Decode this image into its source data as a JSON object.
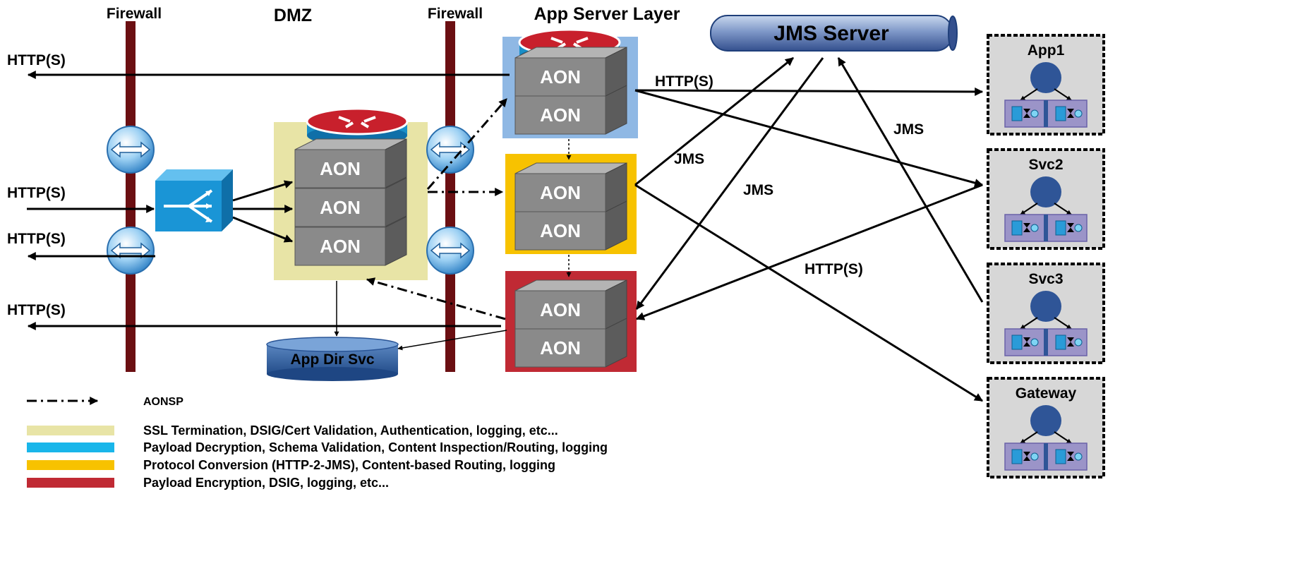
{
  "headers": {
    "firewall_left": "Firewall",
    "dmz": "DMZ",
    "firewall_right": "Firewall",
    "app_server_layer": "App Server Layer"
  },
  "jms_server": "JMS Server",
  "aon_label": "AON",
  "app_dir_svc": "App Dir Svc",
  "http_labels": {
    "out_top": "HTTP(S)",
    "in_mid": "HTTP(S)",
    "out_mid": "HTTP(S)",
    "out_bottom": "HTTP(S)",
    "to_app1": "HTTP(S)",
    "to_gateway": "HTTP(S)"
  },
  "jms_labels": {
    "a": "JMS",
    "b": "JMS",
    "c": "JMS"
  },
  "services": [
    {
      "name": "App1"
    },
    {
      "name": "Svc2"
    },
    {
      "name": "Svc3"
    },
    {
      "name": "Gateway"
    }
  ],
  "legend": {
    "aonsp": "AONSP",
    "items": [
      {
        "color": "#e8e4a6",
        "text": "SSL Termination, DSIG/Cert Validation, Authentication, logging, etc..."
      },
      {
        "color": "#19b6ea",
        "text": "Payload Decryption, Schema Validation, Content Inspection/Routing, logging"
      },
      {
        "color": "#f7c200",
        "text": "Protocol Conversion (HTTP-2-JMS), Content-based Routing, logging"
      },
      {
        "color": "#c02a34",
        "text": "Payload Encryption, DSIG, logging, etc..."
      }
    ]
  },
  "colors": {
    "firewall": "#6b0f12",
    "dmz_zone": "#e8e4a6",
    "blue_zone": "#8fb8e4",
    "yellow_zone": "#f7c200",
    "red_zone": "#c02a34",
    "aon_block": "#8a8a8a",
    "router": "#c8202c",
    "switch": "#1a95d6"
  }
}
